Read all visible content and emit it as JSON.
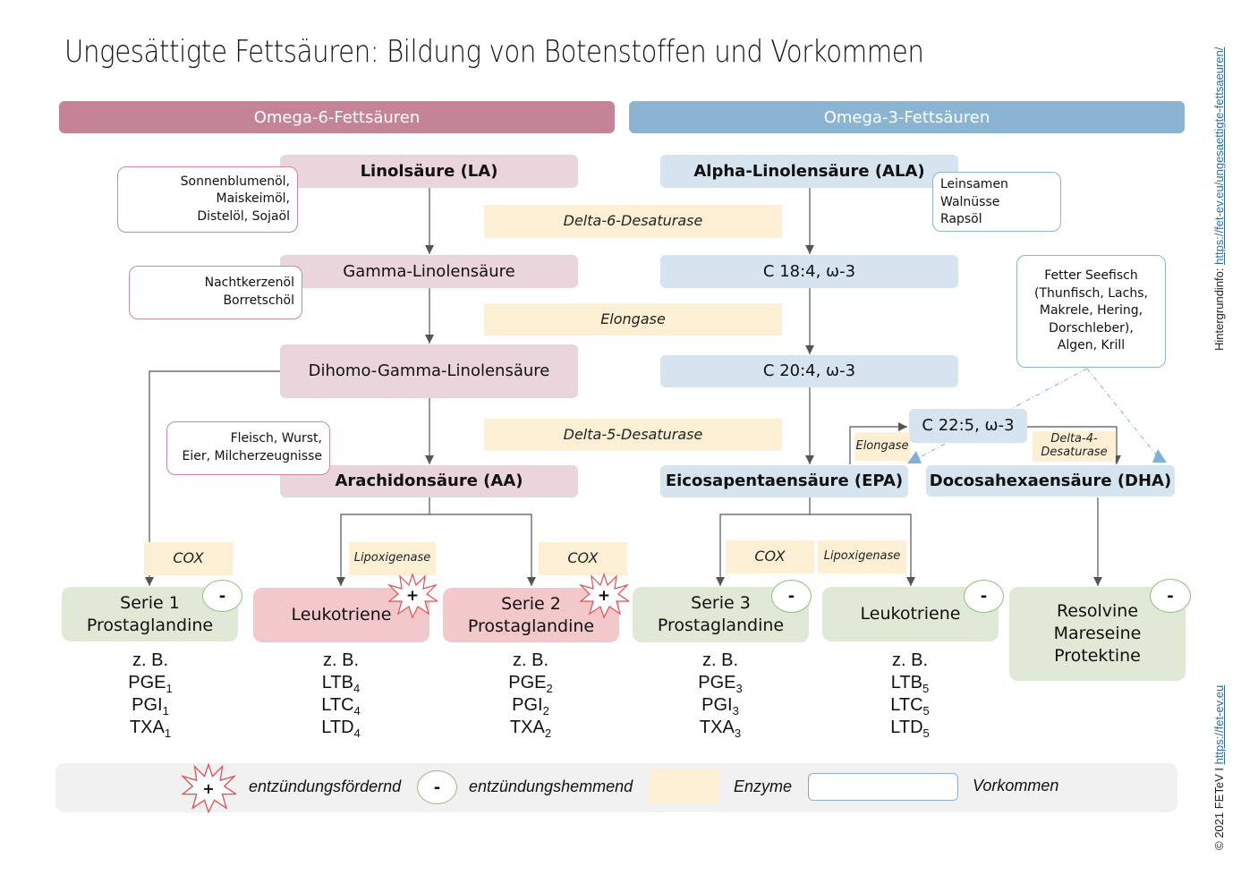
{
  "title": "Ungesättigte Fettsäuren: Bildung von Botenstoffen und Vorkommen",
  "headers": {
    "omega6": "Omega-6-Fettsäuren",
    "omega3": "Omega-3-Fettsäuren"
  },
  "omega6": {
    "la": "Linolsäure (LA)",
    "gla": "Gamma-Linolensäure",
    "dgla": "Dihomo-Gamma-Linolensäure",
    "aa": "Arachidonsäure (AA)",
    "sources": {
      "la": [
        "Sonnenblumenöl,",
        "Maiskeimöl,",
        "Distelöl, Sojaöl"
      ],
      "gla": [
        "Nachtkerzenöl",
        "Borretschöl"
      ],
      "aa": [
        "Fleisch, Wurst,",
        "Eier, Milcherzeugnisse"
      ]
    }
  },
  "omega3": {
    "ala": "Alpha-Linolensäure (ALA)",
    "c184": "C 18:4, ω-3",
    "c204": "C 20:4, ω-3",
    "epa": "Eicosapentaensäure (EPA)",
    "c225": "C 22:5, ω-3",
    "dha": "Docosahexaensäure (DHA)",
    "sources": {
      "ala": [
        "Leinsamen",
        "Walnüsse",
        "Rapsöl"
      ],
      "fish": [
        "Fetter Seefisch",
        "(Thunfisch, Lachs,",
        "Makrele, Hering,",
        "Dorschleber),",
        "Algen, Krill"
      ]
    }
  },
  "enzymes": {
    "d6": "Delta-6-Desaturase",
    "elongase": "Elongase",
    "d5": "Delta-5-Desaturase",
    "elongase_small": "Elongase",
    "d4": "Delta-4-Desaturase",
    "cox1": "COX",
    "lox1": "Lipoxigenase",
    "cox2": "COX",
    "cox3": "COX",
    "lox2": "Lipoxigenase"
  },
  "outputs": [
    {
      "lines": [
        "Serie 1",
        "Prostaglandine"
      ],
      "effect": "-",
      "examples": [
        [
          "z. B.",
          ""
        ],
        [
          "PGE",
          "1"
        ],
        [
          "PGI",
          "1"
        ],
        [
          "TXA",
          "1"
        ]
      ]
    },
    {
      "lines": [
        "Leukotriene"
      ],
      "effect": "+",
      "examples": [
        [
          "z. B.",
          ""
        ],
        [
          "LTB",
          "4"
        ],
        [
          "LTC",
          "4"
        ],
        [
          "LTD",
          "4"
        ]
      ]
    },
    {
      "lines": [
        "Serie 2",
        "Prostaglandine"
      ],
      "effect": "+",
      "examples": [
        [
          "z. B.",
          ""
        ],
        [
          "PGE",
          "2"
        ],
        [
          "PGI",
          "2"
        ],
        [
          "TXA",
          "2"
        ]
      ]
    },
    {
      "lines": [
        "Serie 3",
        "Prostaglandine"
      ],
      "effect": "-",
      "examples": [
        [
          "z. B.",
          ""
        ],
        [
          "PGE",
          "3"
        ],
        [
          "PGI",
          "3"
        ],
        [
          "TXA",
          "3"
        ]
      ]
    },
    {
      "lines": [
        "Leukotriene"
      ],
      "effect": "-",
      "examples": [
        [
          "z. B.",
          ""
        ],
        [
          "LTB",
          "5"
        ],
        [
          "LTC",
          "5"
        ],
        [
          "LTD",
          "5"
        ]
      ]
    },
    {
      "lines": [
        "Resolvine",
        "Mareseine",
        "Protektine"
      ],
      "effect": "-",
      "examples": []
    }
  ],
  "legend": {
    "pro": "entzündungsfördernd",
    "anti": "entzündungshemmend",
    "enzyme": "Enzyme",
    "source": "Vorkommen",
    "plus_symbol": "+",
    "minus_symbol": "-"
  },
  "side": {
    "info_label": "Hintergrundinfo: ",
    "info_link": "https://fet-ev.eu/ungesaettigte-fettsaeuren/",
    "copyright": "© 2021 FETeV I ",
    "site_link": "https://fet-ev.eu"
  },
  "colors": {
    "omega6_header": "#c48496",
    "omega3_header": "#8ab4d2",
    "omega6_node": "#ead5dc",
    "omega3_node": "#d6e4f0",
    "enzyme": "#fdefd3",
    "anti_inflammatory": "#dfe9d6",
    "pro_inflammatory": "#f2c8cb",
    "star_stroke": "#e05050"
  }
}
